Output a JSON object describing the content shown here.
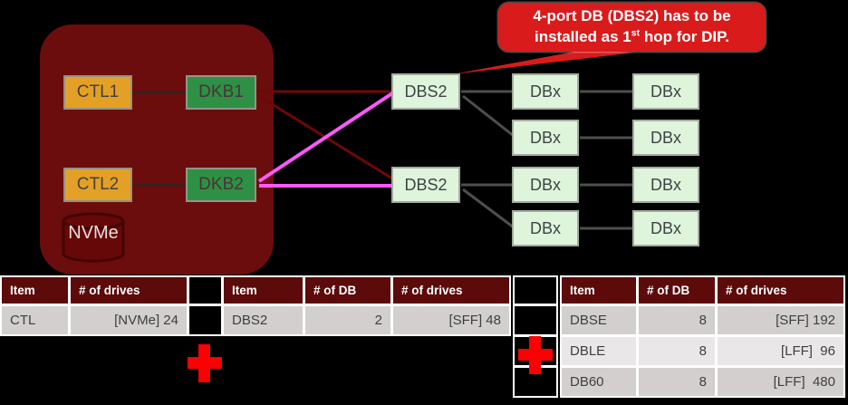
{
  "diagram": {
    "enclosure": {
      "ctl1": "CTL1",
      "ctl2": "CTL2",
      "dkb1": "DKB1",
      "dkb2": "DKB2",
      "nvme": "NVMe"
    },
    "dbs2_label": "DBS2",
    "dbx_label": "DBx",
    "callout": {
      "line1": "4-port DB (DBS2) has to be",
      "line2_pre": "installed as 1",
      "line2_sup": "st",
      "line2_post": " hop for DIP."
    },
    "link_colors": {
      "dkb1_links": "#6E0808",
      "dkb2_links": "#FC59FC",
      "dbx_links": "#4E4E4E"
    }
  },
  "tables": {
    "t1": {
      "headers": [
        "Item",
        "# of drives"
      ],
      "row": [
        "CTL",
        "[NVMe] 24"
      ]
    },
    "t2": {
      "headers": [
        "Item",
        "# of DB",
        "# of drives"
      ],
      "row": [
        "DBS2",
        "2",
        "[SFF] 48"
      ]
    },
    "t3": {
      "headers": [
        "Item",
        "# of DB",
        "# of drives"
      ],
      "rows": [
        [
          "DBSE",
          "8",
          "[SFF] 192"
        ],
        [
          "DBLE",
          "8",
          "[LFF]  96"
        ],
        [
          "DB60",
          "8",
          "[LFF]  480"
        ]
      ]
    }
  },
  "colors": {
    "background": "#000000",
    "enclosure_maroon": "#6B0D0D",
    "callout_red": "#D91B1B",
    "table_header_maroon": "#5C0A0A",
    "plus_red": "#FB0000",
    "ctl_orange": "#E2A126",
    "dkb_green": "#2E9044",
    "db_light_green": "#DFF5DB"
  }
}
